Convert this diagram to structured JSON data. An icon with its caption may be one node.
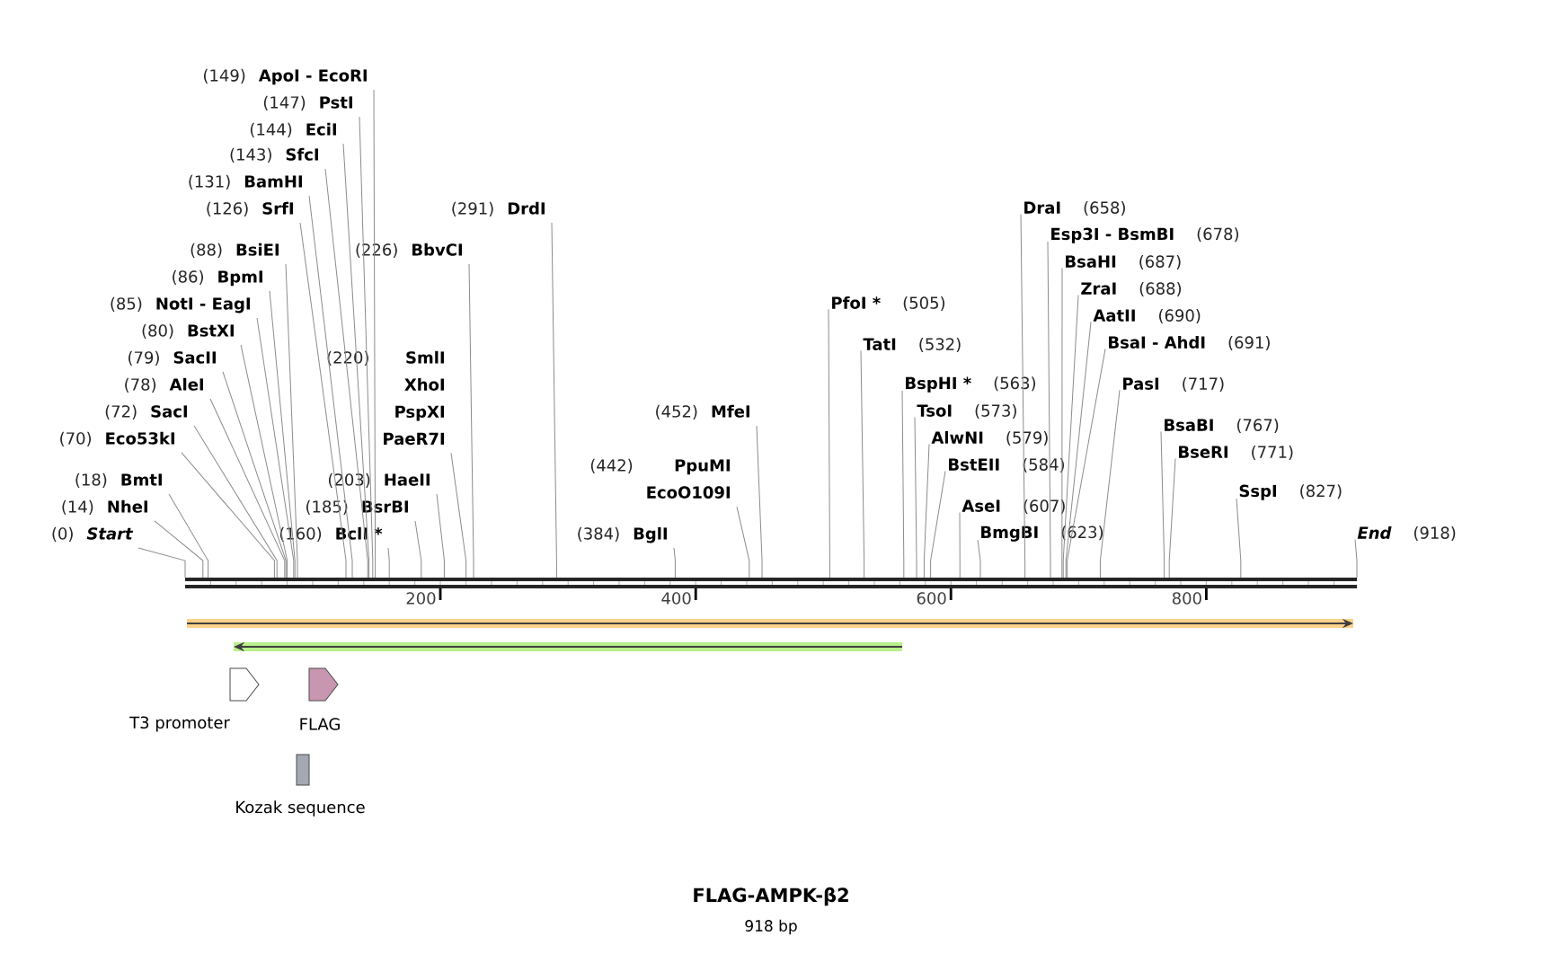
{
  "diagram": {
    "title": "FLAG-AMPK-β2",
    "caption": "918 bp",
    "nodes": [
      {
        "text": [
          "(149)",
          "ApoI - EcoRI"
        ]
      },
      {
        "text": [
          "(147)",
          "PstI"
        ]
      },
      {
        "text": [
          "(144)",
          "EciI"
        ]
      },
      {
        "text": [
          "(143)",
          "SfcI"
        ]
      },
      {
        "text": [
          "(131)",
          "BamHI"
        ]
      },
      {
        "text": [
          "(126)",
          "SrfI"
        ]
      },
      {
        "text": [
          "(291)",
          "DrdI"
        ]
      },
      {
        "text": [
          "(88)",
          "BsiEI"
        ]
      },
      {
        "text": [
          "(226)",
          "BbvCI"
        ]
      },
      {
        "text": [
          "(86)",
          "BpmI"
        ]
      },
      {
        "text": [
          "(85)",
          "NotI - EagI"
        ]
      },
      {
        "text": [
          "(80)",
          "BstXI"
        ]
      },
      {
        "text": [
          "(79)",
          "SacII"
        ]
      },
      {
        "text": [
          "(220)",
          "SmlI",
          "XhoI",
          "PspXI",
          "PaeR7I"
        ]
      },
      {
        "text": [
          "(78)",
          "AleI"
        ]
      },
      {
        "text": [
          "(72)",
          "SacI"
        ]
      },
      {
        "text": [
          "(70)",
          "Eco53kI"
        ]
      },
      {
        "text": [
          "(203)",
          "HaeII"
        ]
      },
      {
        "text": [
          "(18)",
          "BmtI"
        ]
      },
      {
        "text": [
          "(14)",
          "NheI"
        ]
      },
      {
        "text": [
          "(185)",
          "BsrBI"
        ]
      },
      {
        "text": [
          "(0)",
          "Start"
        ]
      },
      {
        "text": [
          "(160)",
          "BclI *"
        ]
      },
      {
        "text": [
          "(452)",
          "MfeI"
        ]
      },
      {
        "text": [
          "(442)",
          "PpuMI",
          "EcoO109I"
        ]
      },
      {
        "text": [
          "(384)",
          "BglI"
        ]
      },
      {
        "text": [
          "DraI",
          "(658)"
        ]
      },
      {
        "text": [
          "Esp3I - BsmBI",
          "(678)"
        ]
      },
      {
        "text": [
          "BsaHI",
          "(687)"
        ]
      },
      {
        "text": [
          "ZraI",
          "(688)"
        ]
      },
      {
        "text": [
          "PfoI *",
          "(505)"
        ]
      },
      {
        "text": [
          "AatII",
          "(690)"
        ]
      },
      {
        "text": [
          "BsaI - AhdI",
          "(691)"
        ]
      },
      {
        "text": [
          "TatI",
          "(532)"
        ]
      },
      {
        "text": [
          "BspHI *",
          "(563)"
        ]
      },
      {
        "text": [
          "PasI",
          "(717)"
        ]
      },
      {
        "text": [
          "TsoI",
          "(573)"
        ]
      },
      {
        "text": [
          "BsaBI",
          "(767)"
        ]
      },
      {
        "text": [
          "AlwNI",
          "(579)"
        ]
      },
      {
        "text": [
          "BseRI",
          "(771)"
        ]
      },
      {
        "text": [
          "BstEII",
          "(584)"
        ]
      },
      {
        "text": [
          "SspI",
          "(827)"
        ]
      },
      {
        "text": [
          "AseI",
          "(607)"
        ]
      },
      {
        "text": [
          "BmgBI",
          "(623)"
        ]
      },
      {
        "text": [
          "End",
          "(918)"
        ]
      },
      {
        "text": [
          "T3 promoter"
        ]
      },
      {
        "text": [
          "FLAG"
        ]
      },
      {
        "text": [
          "Kozak sequence"
        ]
      },
      {
        "text": [],
        "shape": "bar"
      }
    ],
    "edges": [
      {
        "from": 0,
        "to": 48,
        "arrow": "none"
      },
      {
        "from": 1,
        "to": 48,
        "arrow": "none"
      },
      {
        "from": 2,
        "to": 48,
        "arrow": "none"
      },
      {
        "from": 3,
        "to": 48,
        "arrow": "none"
      },
      {
        "from": 4,
        "to": 48,
        "arrow": "none"
      },
      {
        "from": 5,
        "to": 48,
        "arrow": "none"
      },
      {
        "from": 6,
        "to": 48,
        "arrow": "none"
      },
      {
        "from": 7,
        "to": 48,
        "arrow": "none"
      },
      {
        "from": 8,
        "to": 48,
        "arrow": "none"
      },
      {
        "from": 9,
        "to": 48,
        "arrow": "none"
      },
      {
        "from": 10,
        "to": 48,
        "arrow": "none"
      },
      {
        "from": 11,
        "to": 48,
        "arrow": "none"
      },
      {
        "from": 12,
        "to": 48,
        "arrow": "none"
      },
      {
        "from": 13,
        "to": 48,
        "arrow": "none"
      },
      {
        "from": 14,
        "to": 48,
        "arrow": "none"
      },
      {
        "from": 15,
        "to": 48,
        "arrow": "none"
      },
      {
        "from": 16,
        "to": 48,
        "arrow": "none"
      },
      {
        "from": 17,
        "to": 48,
        "arrow": "none"
      },
      {
        "from": 18,
        "to": 48,
        "arrow": "none"
      },
      {
        "from": 19,
        "to": 48,
        "arrow": "none"
      },
      {
        "from": 20,
        "to": 48,
        "arrow": "none"
      },
      {
        "from": 21,
        "to": 48,
        "arrow": "none"
      },
      {
        "from": 22,
        "to": 48,
        "arrow": "none"
      },
      {
        "from": 23,
        "to": 48,
        "arrow": "none"
      },
      {
        "from": 24,
        "to": 48,
        "arrow": "none"
      },
      {
        "from": 25,
        "to": 48,
        "arrow": "none"
      },
      {
        "from": 26,
        "to": 48,
        "arrow": "none"
      },
      {
        "from": 27,
        "to": 48,
        "arrow": "none"
      },
      {
        "from": 28,
        "to": 48,
        "arrow": "none"
      },
      {
        "from": 29,
        "to": 48,
        "arrow": "none"
      },
      {
        "from": 30,
        "to": 48,
        "arrow": "none"
      },
      {
        "from": 31,
        "to": 48,
        "arrow": "none"
      },
      {
        "from": 32,
        "to": 48,
        "arrow": "none"
      },
      {
        "from": 33,
        "to": 48,
        "arrow": "none"
      },
      {
        "from": 34,
        "to": 48,
        "arrow": "none"
      },
      {
        "from": 35,
        "to": 48,
        "arrow": "none"
      },
      {
        "from": 36,
        "to": 48,
        "arrow": "none"
      },
      {
        "from": 37,
        "to": 48,
        "arrow": "none"
      },
      {
        "from": 38,
        "to": 48,
        "arrow": "none"
      },
      {
        "from": 39,
        "to": 48,
        "arrow": "none"
      },
      {
        "from": 40,
        "to": 48,
        "arrow": "none"
      },
      {
        "from": 41,
        "to": 48,
        "arrow": "none"
      },
      {
        "from": 42,
        "to": 48,
        "arrow": "none"
      },
      {
        "from": 43,
        "to": 48,
        "arrow": "none"
      },
      {
        "from": 44,
        "to": 48,
        "arrow": "none"
      }
    ],
    "labels": [
      "200",
      "400",
      "600",
      "800"
    ]
  }
}
